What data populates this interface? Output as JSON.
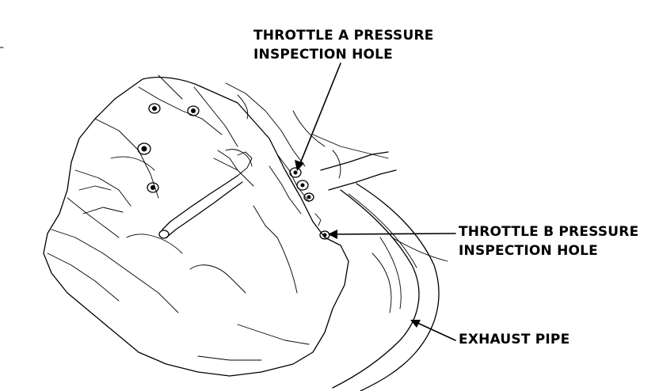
{
  "labels": {
    "throttle_a_line1": "THROTTLE A PRESSURE",
    "throttle_a_line2": "INSPECTION HOLE",
    "throttle_b_line1": "THROTTLE B PRESSURE",
    "throttle_b_line2": "INSPECTION HOLE",
    "exhaust_pipe": "EXHAUST PIPE"
  }
}
